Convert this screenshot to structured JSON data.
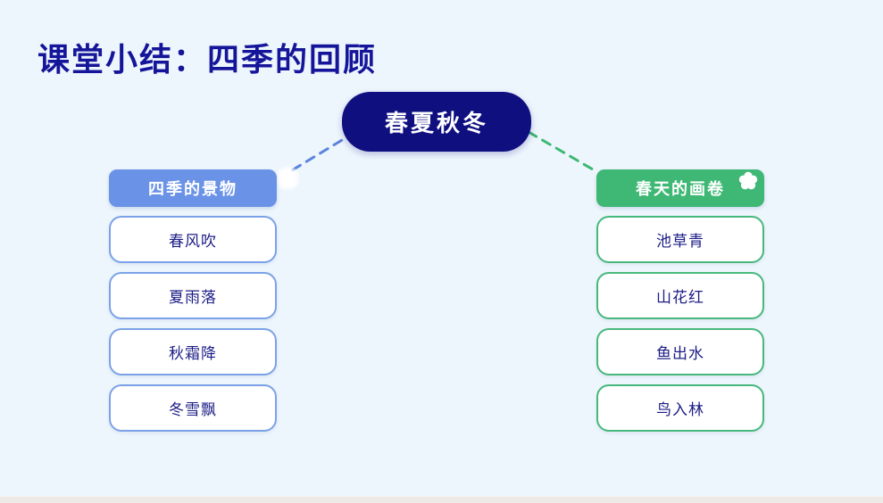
{
  "page": {
    "title": "课堂小结：四季的回顾"
  },
  "mindmap": {
    "root_label": "春夏秋冬",
    "branches": [
      {
        "label": "四季的景物",
        "accent_color": "#6a92e6",
        "border_color": "#7ba2e8",
        "items": [
          "春风吹",
          "夏雨落",
          "秋霜降",
          "冬雪飘"
        ]
      },
      {
        "label": "春天的画卷",
        "accent_color": "#3eb874",
        "border_color": "#47b87c",
        "icon": "flower-icon",
        "items": [
          "池草青",
          "山花红",
          "鱼出水",
          "鸟入林"
        ]
      }
    ]
  },
  "colors": {
    "background": "#eef6fd",
    "title_text": "#15159a",
    "root_fill": "#0f0f80",
    "root_text": "#ffffff",
    "item_text": "#1d1d87",
    "connector_left": "#5b84dd",
    "connector_right": "#3eb874",
    "edge_strip": "#ece9e6"
  }
}
